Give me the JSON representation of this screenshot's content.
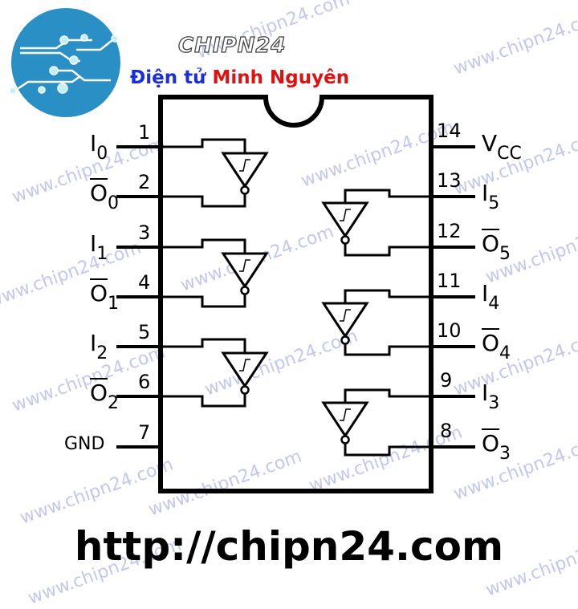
{
  "brand": {
    "name": "CHIPN24",
    "tagline_part1": "Điện tử",
    "tagline_part2": "Minh Nguyên"
  },
  "watermark": "www.chipn24.com",
  "footer_url": "http://chipn24.com",
  "pins_left": [
    {
      "num": "1",
      "name": "I",
      "sub": "0",
      "bar": false
    },
    {
      "num": "2",
      "name": "O",
      "sub": "0",
      "bar": true
    },
    {
      "num": "3",
      "name": "I",
      "sub": "1",
      "bar": false
    },
    {
      "num": "4",
      "name": "O",
      "sub": "1",
      "bar": true
    },
    {
      "num": "5",
      "name": "I",
      "sub": "2",
      "bar": false
    },
    {
      "num": "6",
      "name": "O",
      "sub": "2",
      "bar": true
    },
    {
      "num": "7",
      "name": "GND",
      "sub": "",
      "bar": false
    }
  ],
  "pins_right": [
    {
      "num": "14",
      "name": "V",
      "sub": "CC",
      "bar": false
    },
    {
      "num": "13",
      "name": "I",
      "sub": "5",
      "bar": false
    },
    {
      "num": "12",
      "name": "O",
      "sub": "5",
      "bar": true
    },
    {
      "num": "11",
      "name": "I",
      "sub": "4",
      "bar": false
    },
    {
      "num": "10",
      "name": "O",
      "sub": "4",
      "bar": true
    },
    {
      "num": "9",
      "name": "I",
      "sub": "3",
      "bar": false
    },
    {
      "num": "8",
      "name": "O",
      "sub": "3",
      "bar": true
    }
  ],
  "colors": {
    "logo": "#2a8fc4",
    "text_blue": "#1a2ee0",
    "text_red": "#e01010"
  }
}
